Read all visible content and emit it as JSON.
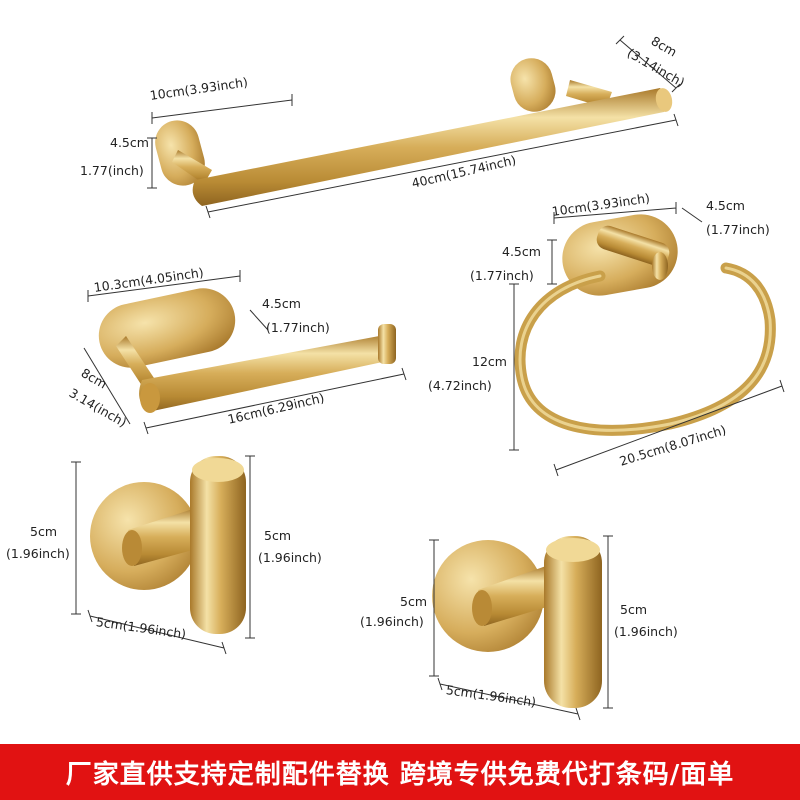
{
  "colors": {
    "gold": "#c9a04a",
    "gold_light": "#f3dea0",
    "gold_dark": "#9c7326",
    "banner": "#e11212"
  },
  "products": {
    "towel_bar": {
      "plate_width": "10cm(3.93inch)",
      "plate_height_cm": "4.5cm",
      "plate_height_in": "1.77(inch)",
      "depth_cm": "8cm",
      "depth_in": "(3.14inch)",
      "length": "40cm(15.74inch)"
    },
    "paper_holder": {
      "plate_width": "10.3cm(4.05inch)",
      "plate_height_cm": "4.5cm",
      "plate_height_in": "(1.77inch)",
      "depth_cm": "8cm",
      "depth_in": "3.14(inch)",
      "length": "16cm(6.29inch)"
    },
    "towel_ring": {
      "plate_width": "10cm(3.93inch)",
      "plate_depth_cm": "4.5cm",
      "plate_depth_in": "(1.77inch)",
      "plate_height_cm": "4.5cm",
      "plate_height_in": "(1.77inch)",
      "ring_height_cm": "12cm",
      "ring_height_in": "(4.72inch)",
      "ring_width": "20.5cm(8.07inch)"
    },
    "hook_left": {
      "height_cm": "5cm",
      "height_in": "(1.96inch)",
      "hook_len_cm": "5cm",
      "hook_len_in": "(1.96inch)",
      "width": "5cm(1.96inch)"
    },
    "hook_right": {
      "height_cm": "5cm",
      "height_in": "(1.96inch)",
      "hook_len_cm": "5cm",
      "hook_len_in": "(1.96inch)",
      "width": "5cm(1.96inch)"
    }
  },
  "banner": {
    "text": "厂家直供支持定制配件替换 跨境专供免费代打条码/面单"
  }
}
